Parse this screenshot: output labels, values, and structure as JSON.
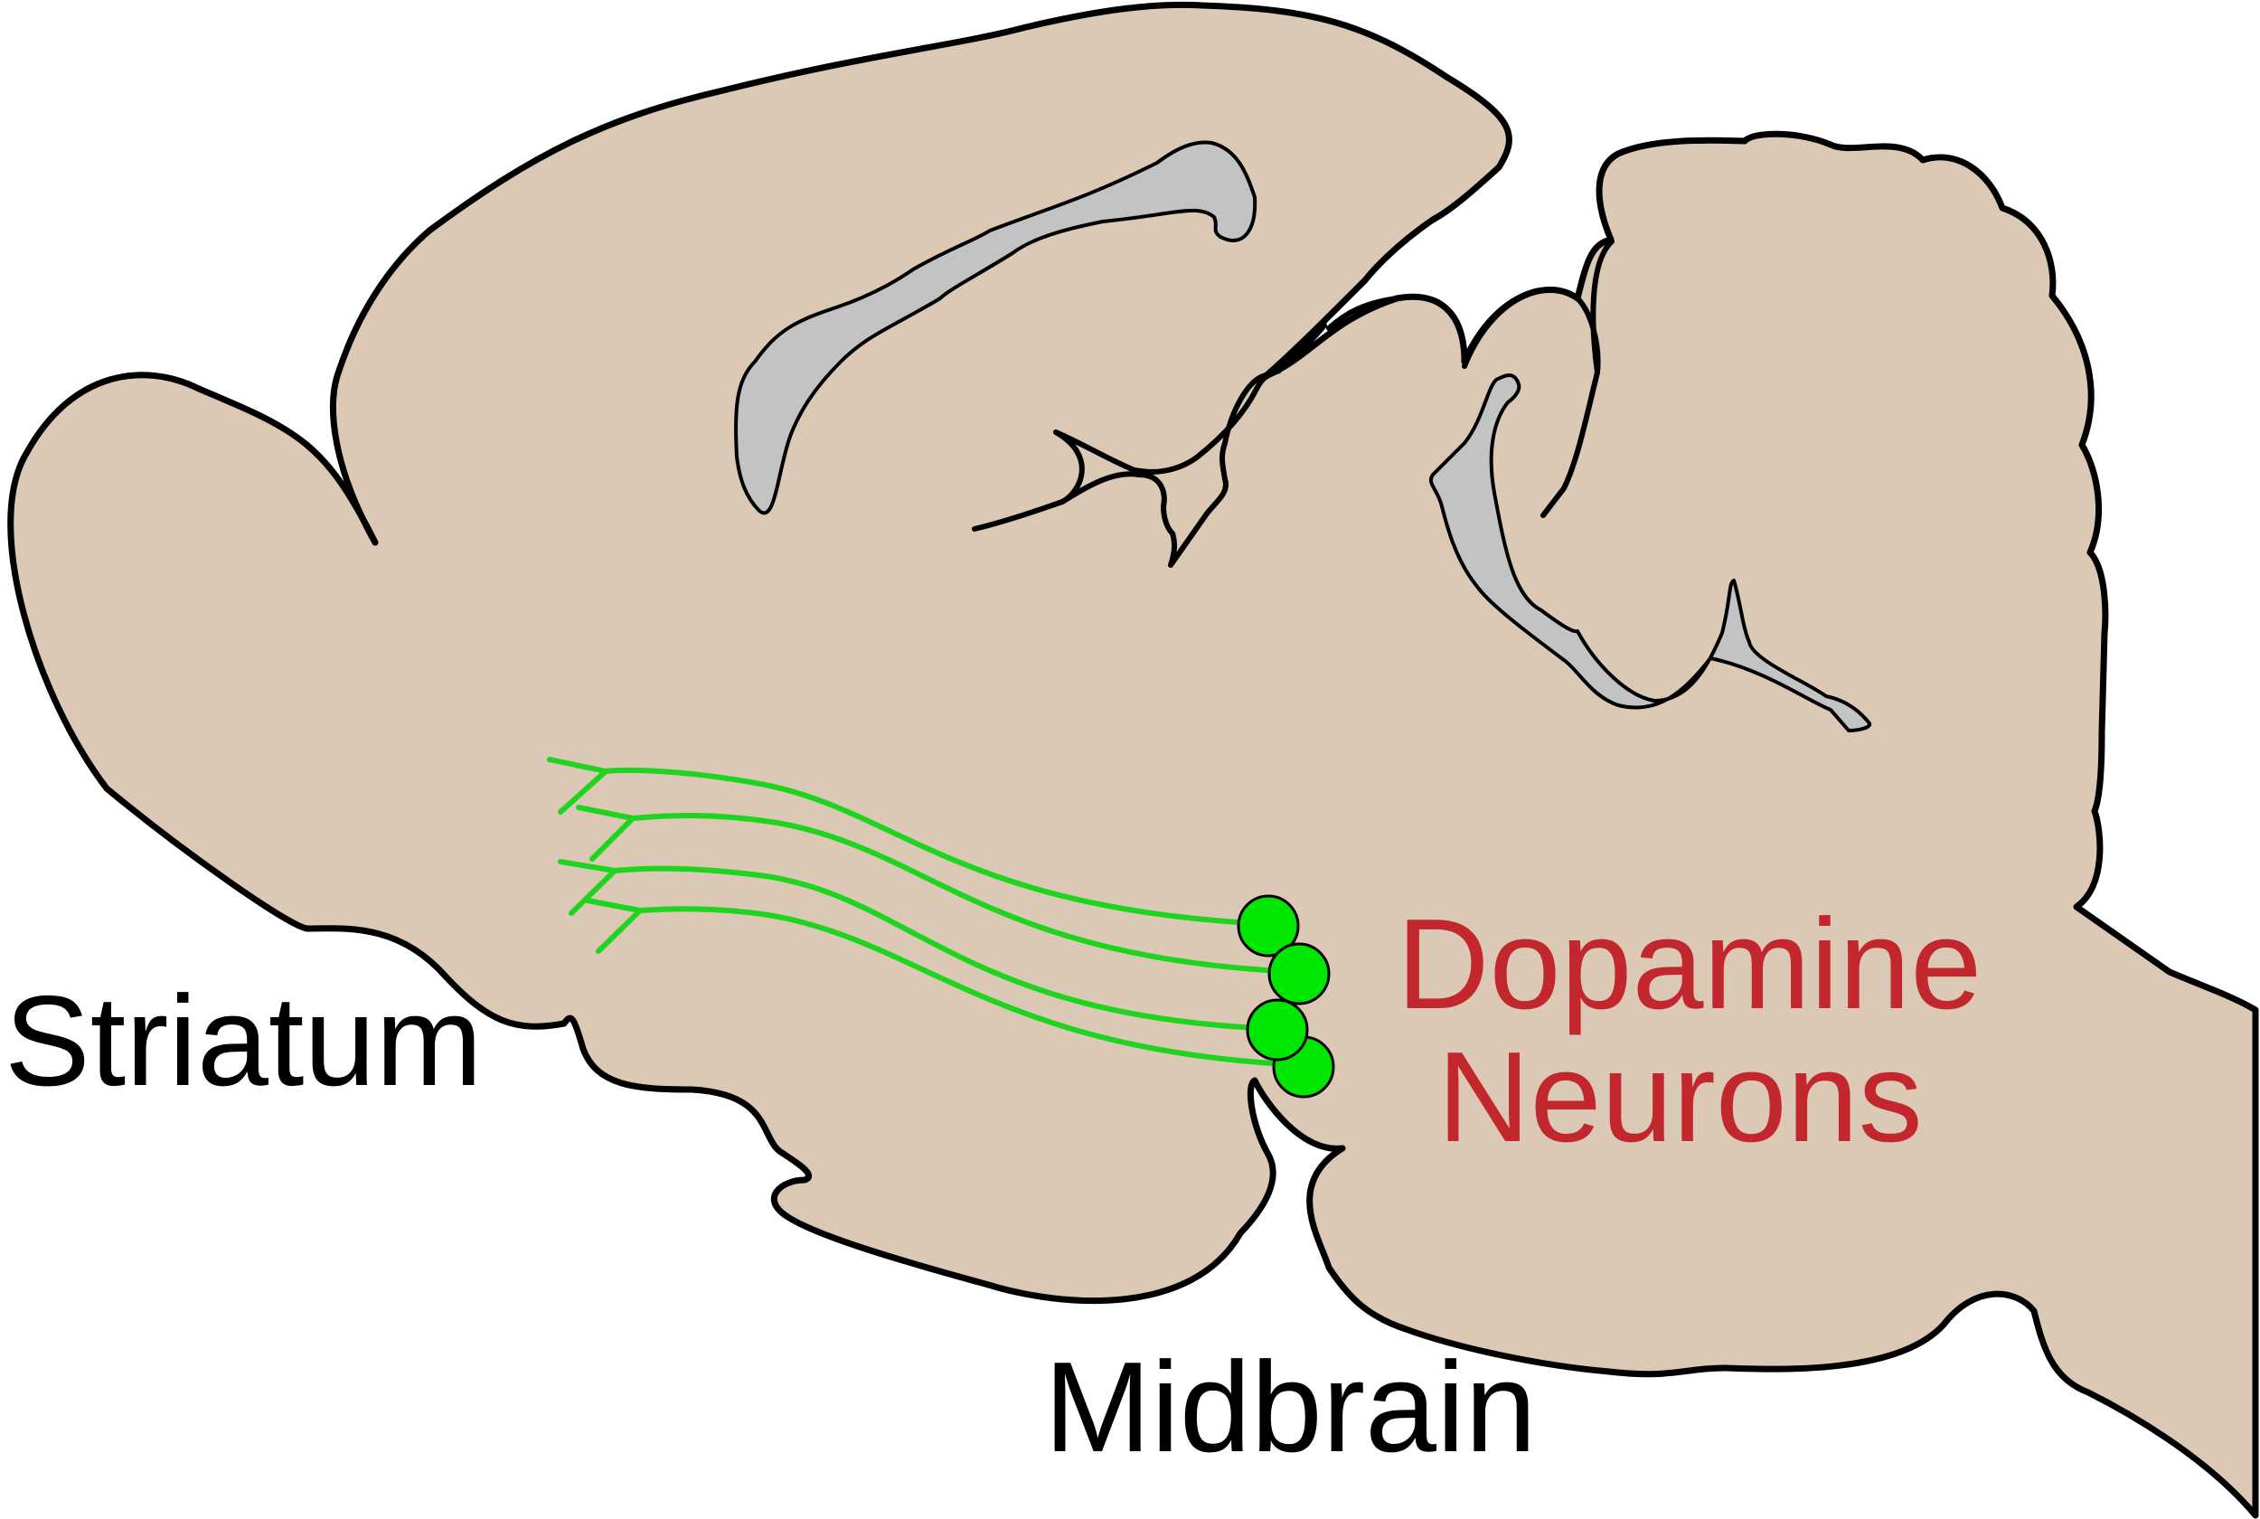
{
  "diagram": {
    "labels": {
      "striatum": "Striatum",
      "midbrain": "Midbrain",
      "dopamine_line1": "Dopamine",
      "dopamine_line2": "Neurons"
    },
    "colors": {
      "brain_fill": "#dbc8b5",
      "ventricle_fill": "#c3c3c3",
      "outline": "#000000",
      "neuron_fill": "#00e600",
      "axon_stroke": "#1ed41e",
      "dopamine_text": "#c1272d",
      "label_text": "#000000"
    }
  }
}
